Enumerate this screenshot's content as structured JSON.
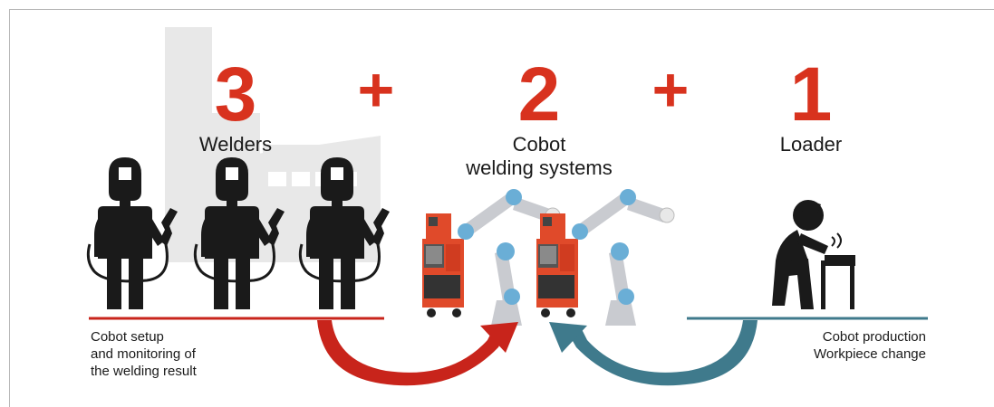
{
  "colors": {
    "accent_red": "#d8321e",
    "teal": "#3f7a8c",
    "factory_gray": "#e6e6e6",
    "figure_black": "#1a1a1a",
    "robot_blue": "#6aaed6"
  },
  "groups": [
    {
      "number": "3",
      "label": "Welders"
    },
    {
      "number": "2",
      "label_line1": "Cobot",
      "label_line2": "welding systems"
    },
    {
      "number": "1",
      "label": "Loader"
    }
  ],
  "operators": [
    "+",
    "+"
  ],
  "notes": {
    "left": "Cobot setup\nand monitoring of\nthe welding result",
    "right_line1": "Cobot production",
    "right_line2": "Workpiece change"
  },
  "icons": [
    "factory-silhouette-icon",
    "welder-icon",
    "welding-cobot-icon",
    "loader-worker-icon"
  ]
}
